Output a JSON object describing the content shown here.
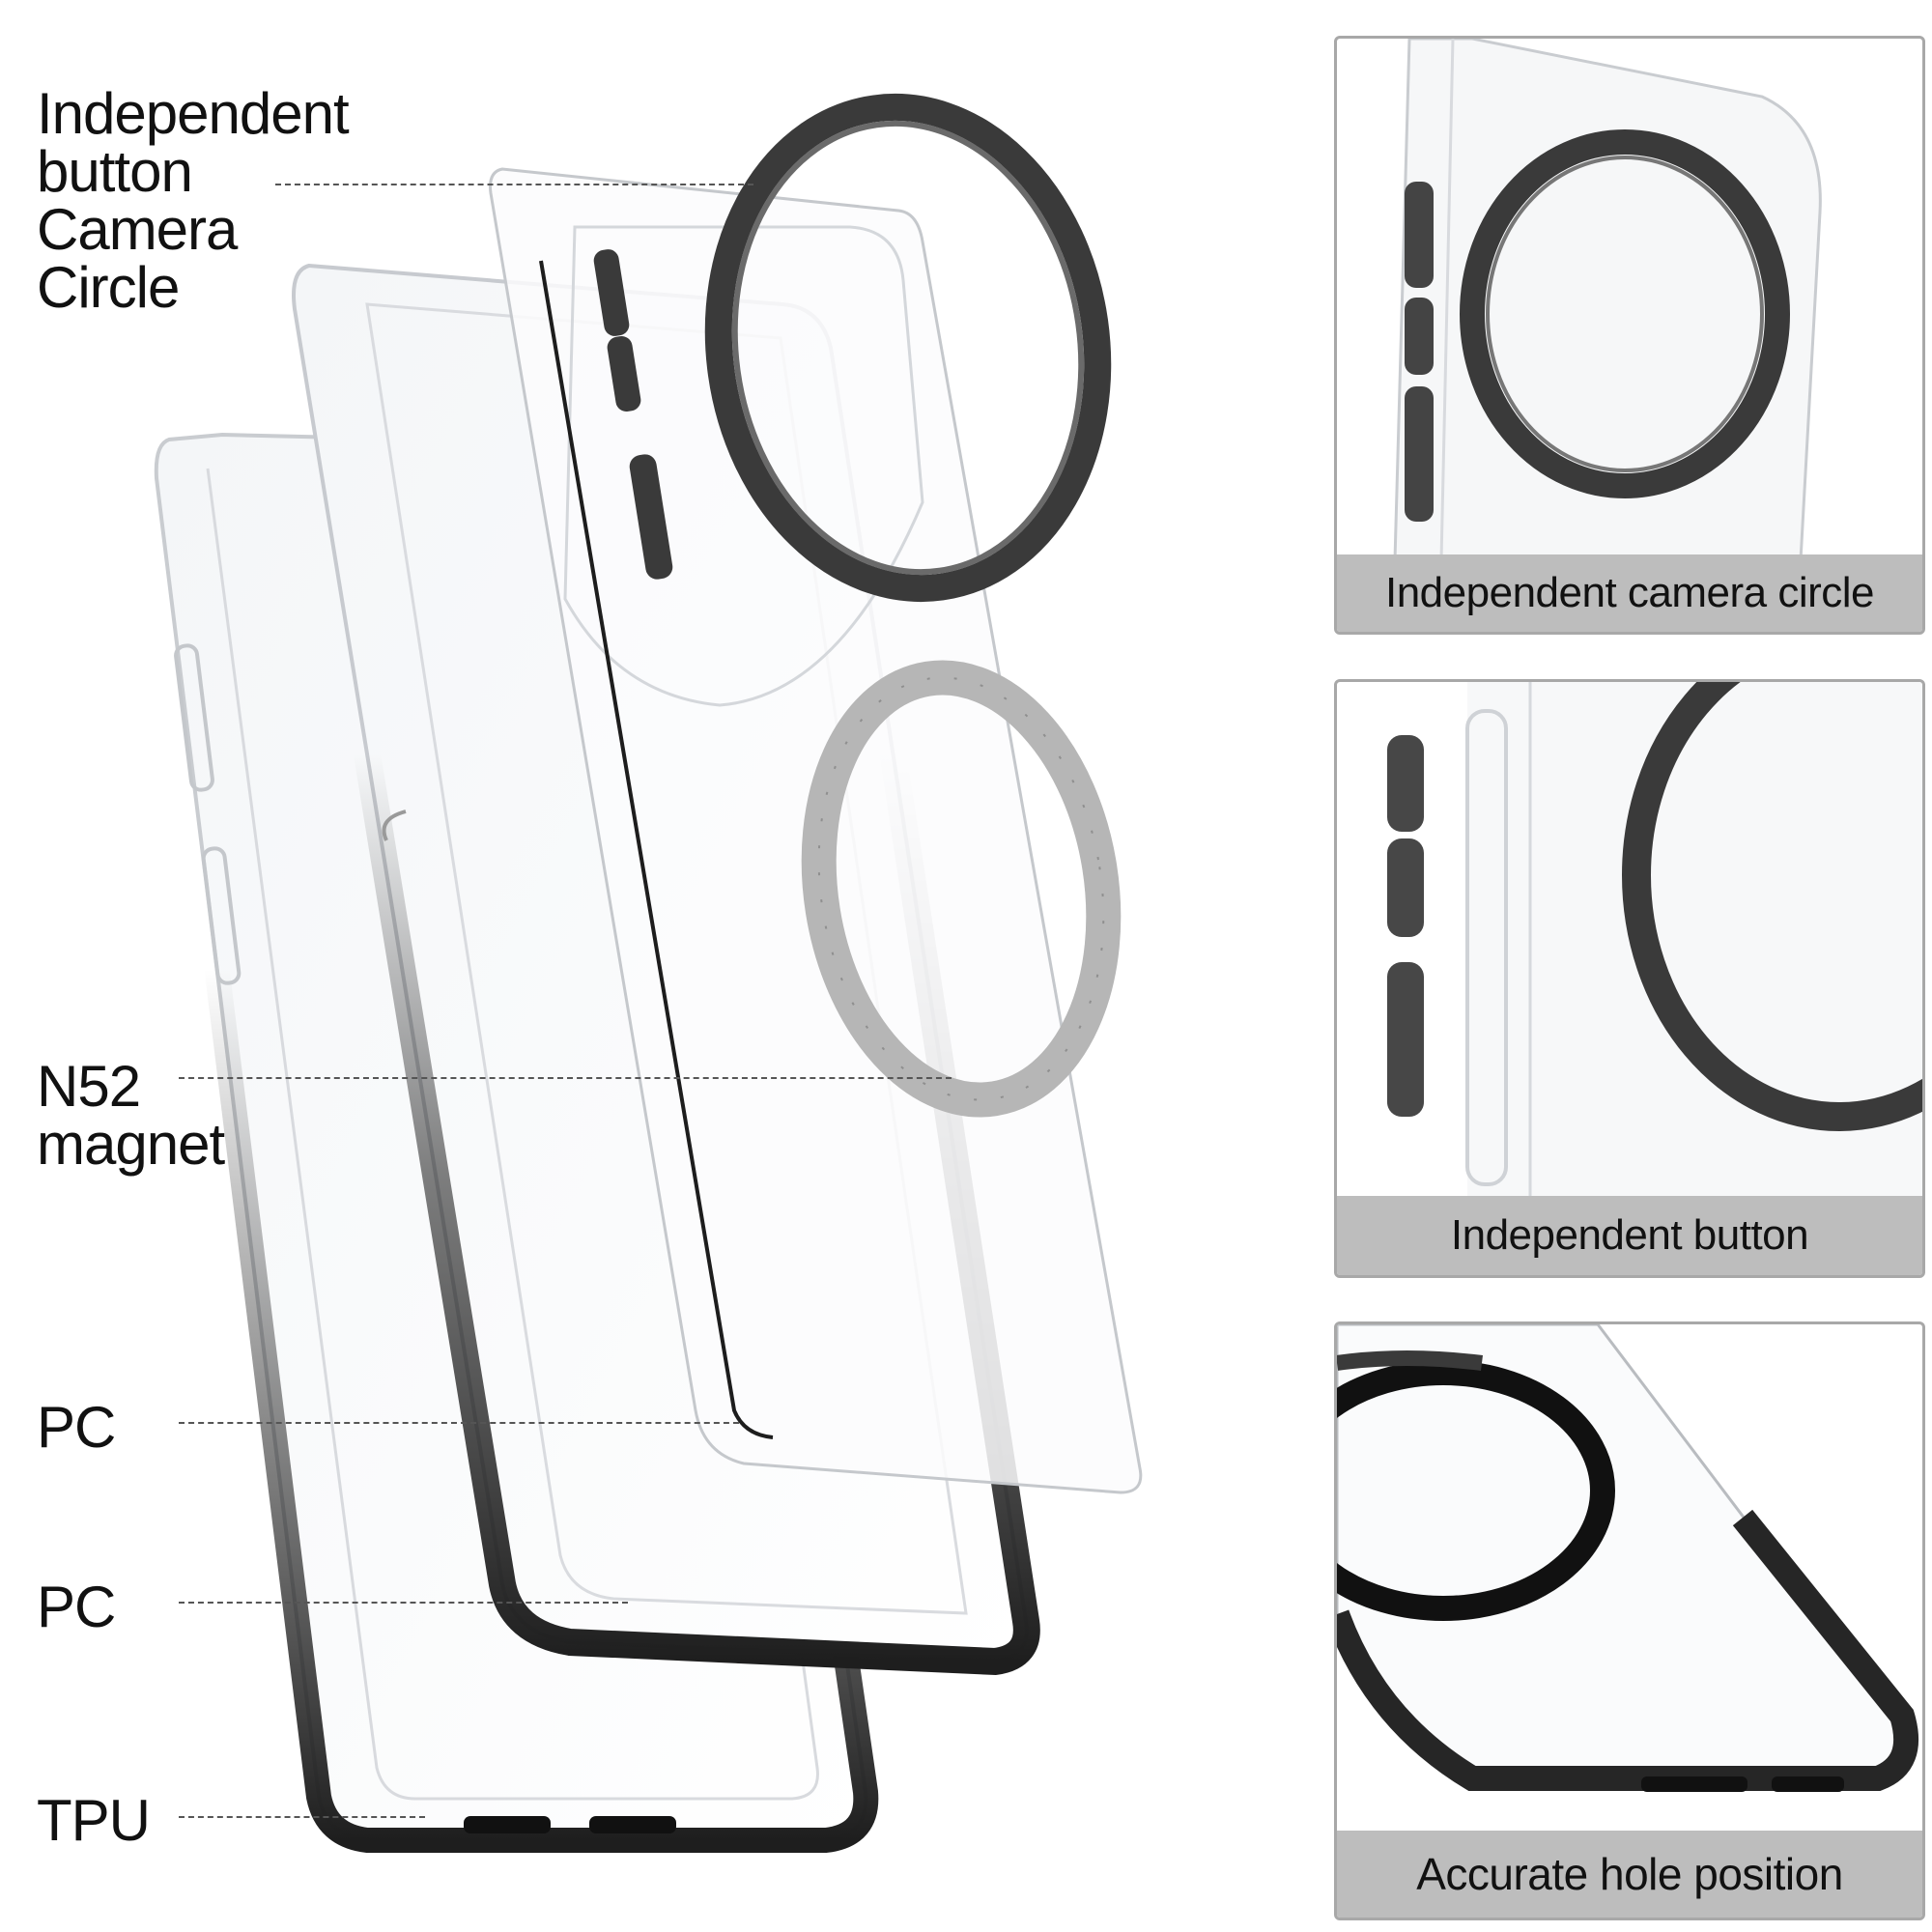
{
  "callouts": {
    "camera_circle": [
      "Independent",
      "button",
      "Camera",
      "Circle"
    ],
    "magnet": [
      "N52",
      "magnet"
    ],
    "pc_back": "PC",
    "pc_frame": "PC",
    "tpu": "TPU"
  },
  "panels": [
    {
      "caption": "Independent camera circle"
    },
    {
      "caption": "Independent button"
    },
    {
      "caption": "Accurate hole position"
    }
  ],
  "colors": {
    "ring_dark": "#3c3c3c",
    "frame_dark": "#2a2a2a",
    "caption_bg": "#bdbdbd",
    "panel_border": "#a8a8a8",
    "magnet_ring": "#b4b4b4"
  }
}
